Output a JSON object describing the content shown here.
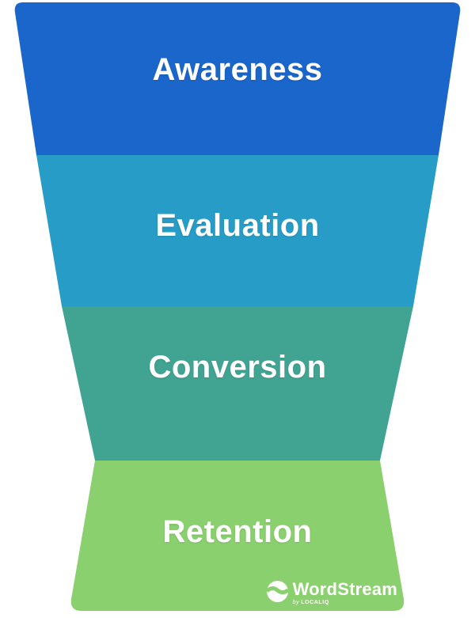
{
  "funnel": {
    "stages": [
      {
        "id": "awareness",
        "label": "Awareness",
        "color": "#1b66cb"
      },
      {
        "id": "evaluation",
        "label": "Evaluation",
        "color": "#269cc6"
      },
      {
        "id": "conversion",
        "label": "Conversion",
        "color": "#41a493"
      },
      {
        "id": "retention",
        "label": "Retention",
        "color": "#8bd06e"
      }
    ],
    "text_color": "#ffffff"
  },
  "branding": {
    "logo_text": "WordStream",
    "byline_prefix": "by",
    "byline_brand": "LOCALIQ",
    "logo_color": "#ffffff",
    "logo_wave_color": "#8bd06e"
  }
}
